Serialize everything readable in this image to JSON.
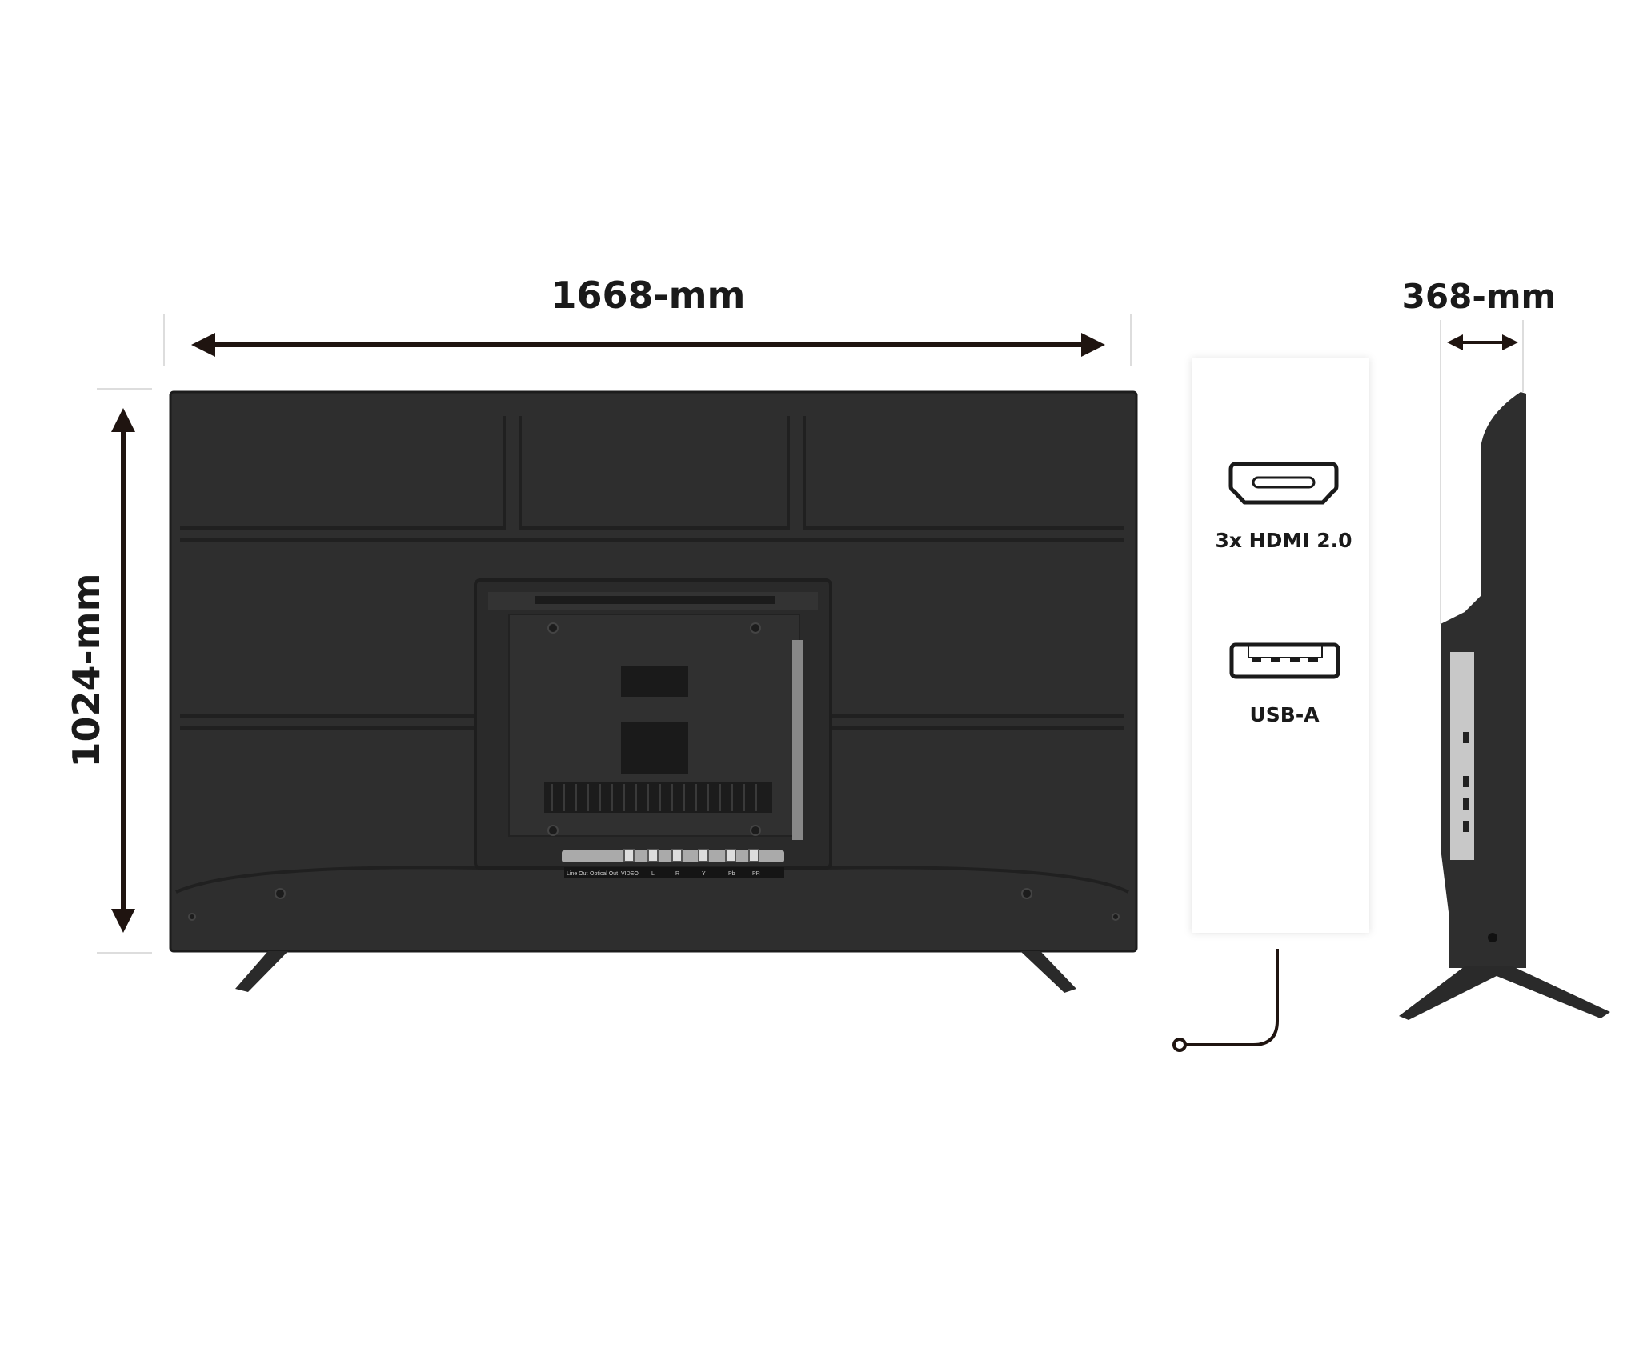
{
  "dimensions": {
    "width": "1668-mm",
    "height": "1024-mm",
    "depth": "368-mm"
  },
  "ports_card": {
    "items": [
      {
        "icon": "hdmi-port-icon",
        "label": "3x HDMI 2.0"
      },
      {
        "icon": "usb-a-port-icon",
        "label": "USB-A"
      }
    ]
  },
  "rear_panel_labels": [
    "Line Out",
    "Optical Out",
    "VIDEO",
    "L",
    "R",
    "Y",
    "Pb",
    "PR"
  ],
  "colors": {
    "tv_body": "#2e2e2e",
    "dimension_lines": "#1f1410",
    "card_background": "#ffffff"
  }
}
